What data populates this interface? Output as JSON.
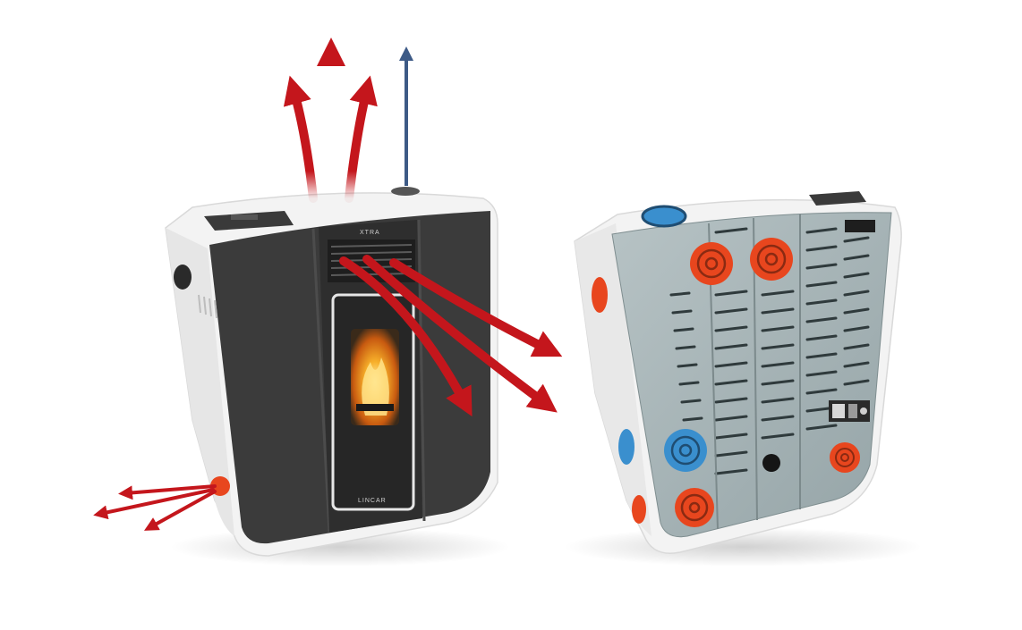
{
  "brand": {
    "top_logo": "XTRA",
    "door_logo": "LINCAR"
  },
  "colors": {
    "hot_air_arrow": "#c4161c",
    "cold_air_arrow": "#3d5a86",
    "outlet_red": "#e8461e",
    "outlet_blue": "#3a8fce",
    "stove_white": "#f4f4f4",
    "glass_panel": "#3b3b3b",
    "back_panel": "#a8b6b8"
  },
  "scene": {
    "left_object": "pellet-stove-front-view",
    "right_object": "pellet-stove-rear-view",
    "arrows": {
      "top_hot_air": 3,
      "top_cold_air": 1,
      "front_hot_air": 3,
      "side_hot_air": 3
    }
  }
}
